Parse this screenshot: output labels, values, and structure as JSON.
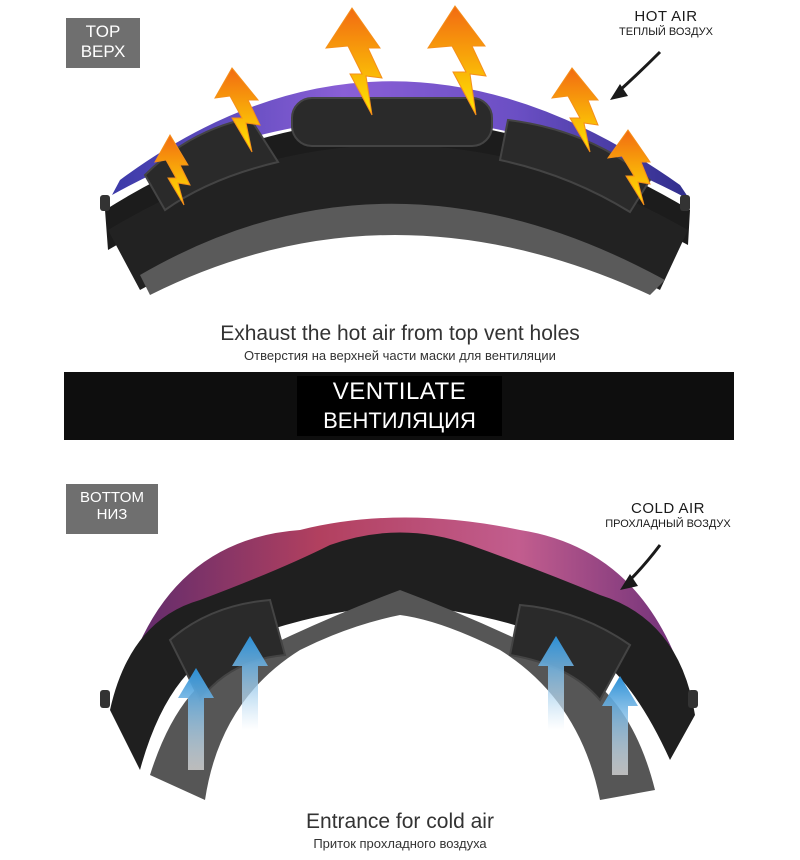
{
  "top": {
    "tag_en": "TOP",
    "tag_ru": "ВЕРХ",
    "air_en": "HOT AIR",
    "air_ru": "ТЕПЛЫЙ ВОЗДУХ",
    "caption_en": "Exhaust the hot air from top vent holes",
    "caption_ru": "Отверстия на верхней части маски для вентиляции"
  },
  "banner": {
    "title_en": "VENTILATE",
    "title_ru": "ВЕНТИЛЯЦИЯ"
  },
  "bottom": {
    "tag_en": "BOTTOM",
    "tag_ru": "НИЗ",
    "air_en": "COLD AIR",
    "air_ru": "ПРОХЛАДНЫЙ ВОЗДУХ",
    "caption_en": "Entrance for cold air",
    "caption_ru": "Приток прохладного воздуха"
  },
  "colors": {
    "hot_arrow": "#f7a21b",
    "cold_arrow": "#3aa7e0",
    "lens_top": "#7b56c9",
    "lens_bottom": "#a0345a",
    "frame": "#1c1c1c",
    "foam": "#5a5a5a"
  }
}
